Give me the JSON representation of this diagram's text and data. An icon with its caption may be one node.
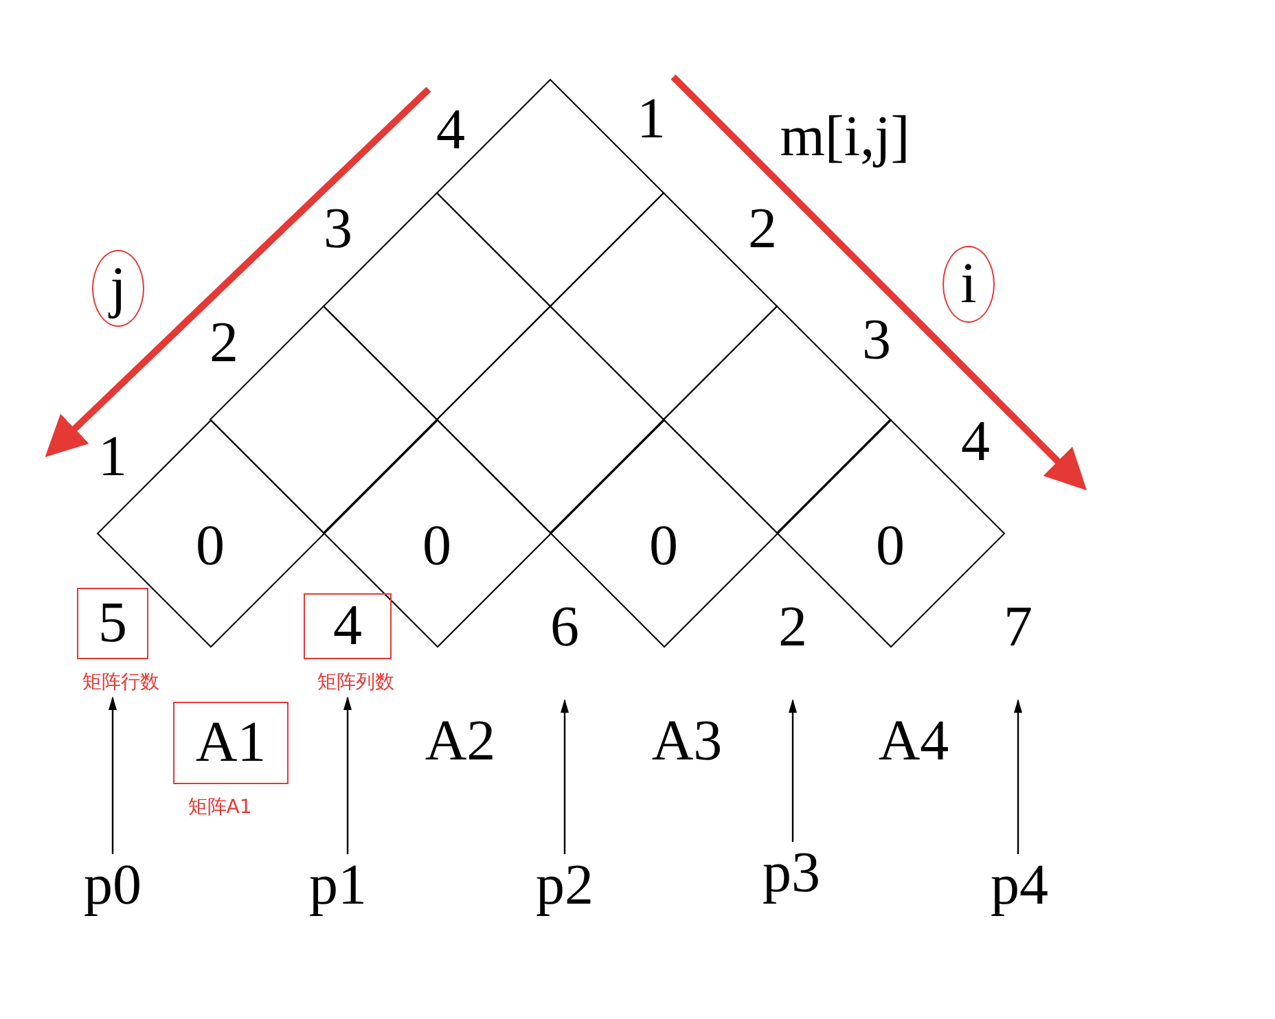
{
  "diagram": {
    "nodes": [
      {
        "text": [
          "j"
        ]
      },
      {
        "text": [
          "i"
        ]
      },
      {
        "text": [
          "0"
        ]
      },
      {
        "text": [
          "0"
        ]
      },
      {
        "text": [
          "0"
        ]
      },
      {
        "text": [
          "0"
        ]
      },
      {
        "text": [
          "5"
        ],
        "beside": [
          "矩阵行数"
        ]
      },
      {
        "text": [
          "4"
        ],
        "beside": [
          "矩阵列数"
        ]
      },
      {
        "text": [
          "6"
        ]
      },
      {
        "text": [
          "2"
        ]
      },
      {
        "text": [
          "7"
        ]
      },
      {
        "text": [
          "A1"
        ],
        "beside": [
          "矩阵A1"
        ]
      },
      {
        "text": [
          "p0"
        ]
      },
      {
        "text": [
          "p1"
        ]
      },
      {
        "text": [
          "p2"
        ]
      },
      {
        "text": [
          "p3"
        ]
      },
      {
        "text": [
          "p4"
        ]
      }
    ],
    "edges": [
      {
        "from": 12,
        "to": 6,
        "arrow": "to"
      },
      {
        "from": 13,
        "to": 7,
        "arrow": "to"
      },
      {
        "from": 14,
        "to": 8,
        "arrow": "to"
      },
      {
        "from": 15,
        "to": 9,
        "arrow": "to"
      },
      {
        "from": 16,
        "to": 10,
        "arrow": "to"
      }
    ],
    "labels": [
      "4",
      "1",
      "m[i,j]",
      "3",
      "2",
      "2",
      "3",
      "1",
      "4",
      "A2",
      "A3",
      "A4"
    ]
  }
}
